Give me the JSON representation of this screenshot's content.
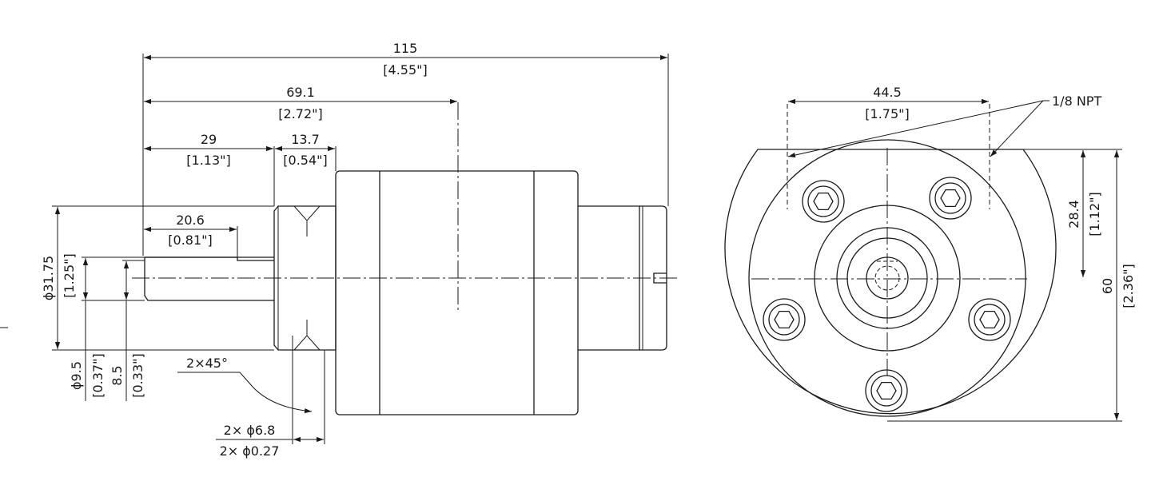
{
  "side_view": {
    "overall_length": {
      "value": "115",
      "inch": "[4.55\"]"
    },
    "center_to_face": {
      "value": "69.1",
      "inch": "[2.72\"]"
    },
    "shaft_to_flange": {
      "value": "29",
      "inch": "[1.13\"]"
    },
    "hub_width": {
      "value": "13.7",
      "inch": "[0.54\"]"
    },
    "shaft_flat_length": {
      "value": "20.6",
      "inch": "[0.81\"]"
    },
    "hub_diameter": {
      "value": "ϕ31.75",
      "inch": "[1.25\"]"
    },
    "shaft_diameter": {
      "value": "ϕ9.5",
      "inch": "[0.37\"]"
    },
    "shaft_flat_depth": {
      "value": "8.5",
      "inch": "[0.33\"]"
    },
    "chamfer": "2×45°",
    "mounting_holes": {
      "value": "2×  ϕ6.8",
      "inch": "2×  ϕ0.27"
    }
  },
  "end_view": {
    "port_spacing": {
      "value": "44.5",
      "inch": "[1.75\"]"
    },
    "port_label": "1/8 NPT",
    "center_height": {
      "value": "28.4",
      "inch": "[1.12\"]"
    },
    "overall_height": {
      "value": "60",
      "inch": "[2.36\"]"
    }
  }
}
